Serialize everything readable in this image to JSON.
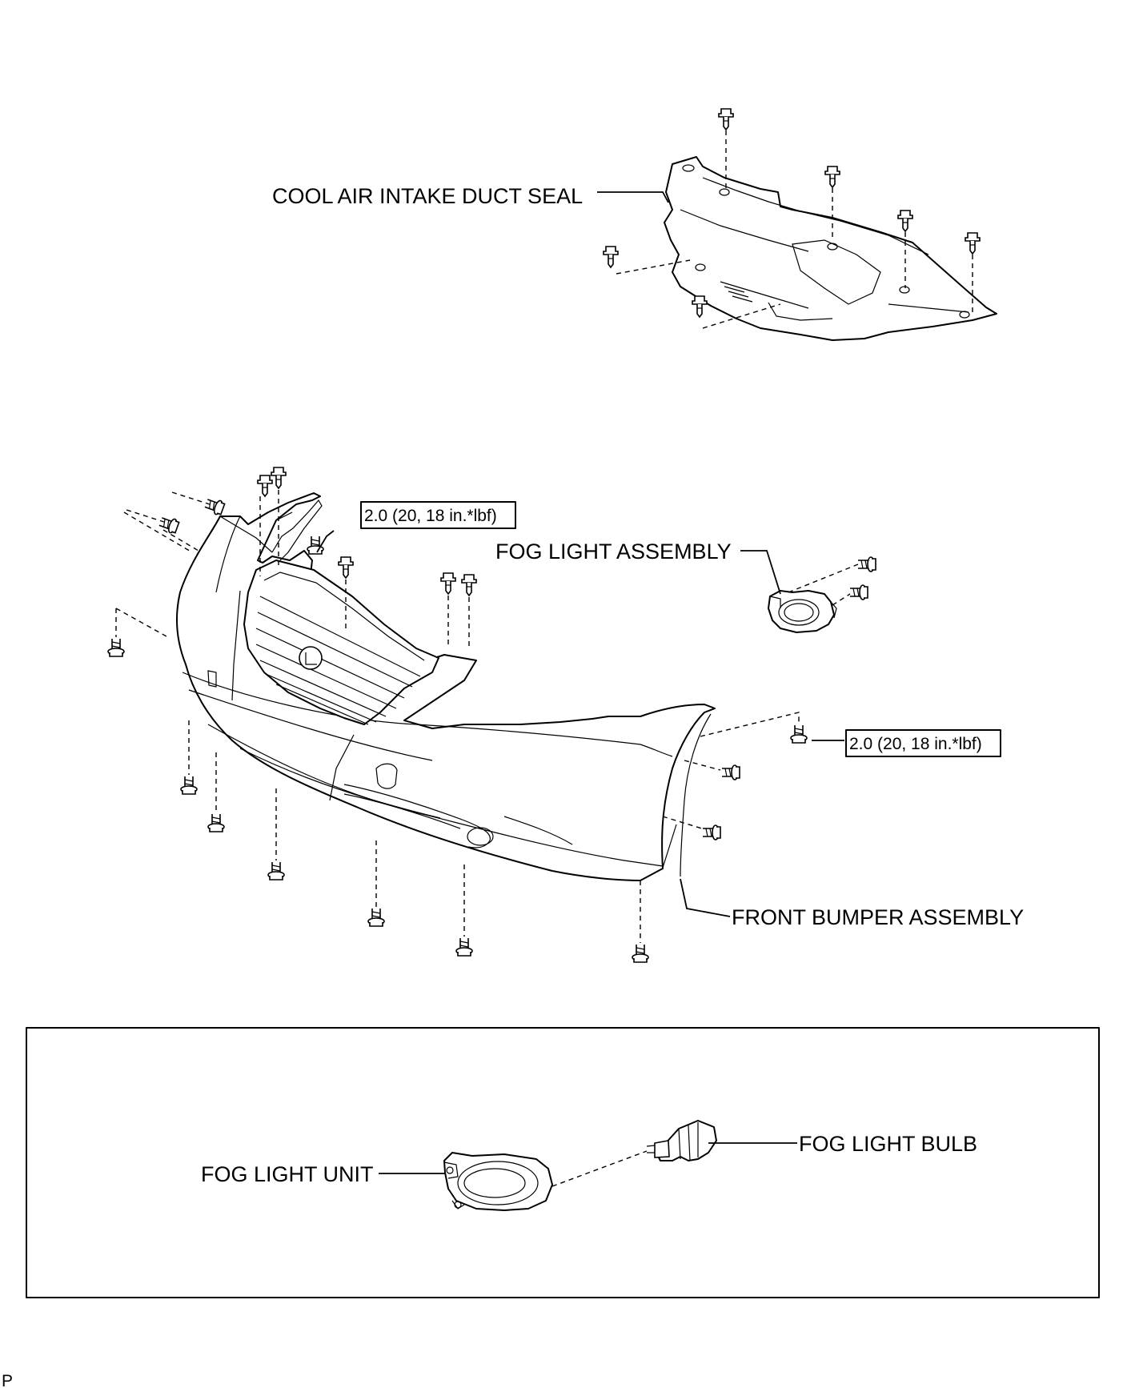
{
  "labels": {
    "cool_air_intake_duct_seal": "COOL AIR INTAKE DUCT SEAL",
    "fog_light_assembly": "FOG LIGHT ASSEMBLY",
    "front_bumper_assembly": "FRONT BUMPER ASSEMBLY",
    "fog_light_unit": "FOG LIGHT UNIT",
    "fog_light_bulb": "FOG LIGHT BULB"
  },
  "torque_specs": {
    "upper_clip": "2.0 (20, 18 in.*lbf)",
    "side_bolt": "2.0 (20, 18 in.*lbf)"
  },
  "corner_mark": "P"
}
